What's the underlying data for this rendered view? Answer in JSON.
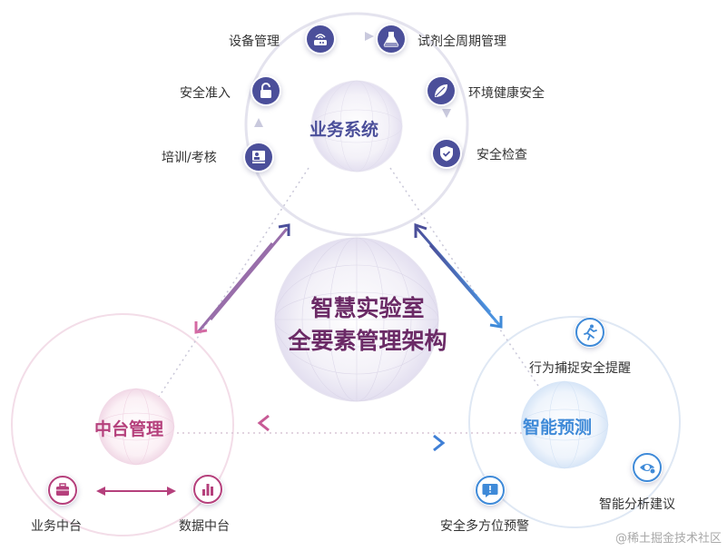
{
  "center": {
    "line1": "智慧实验室",
    "line2": "全要素管理架构"
  },
  "hubs": {
    "business": {
      "label": "业务系统",
      "color": "#4b4f9a"
    },
    "middle": {
      "label": "中台管理",
      "color": "#b5407c"
    },
    "predict": {
      "label": "智能预测",
      "color": "#3f8ad8"
    }
  },
  "business_items": [
    {
      "label": "设备管理",
      "icon": "router-icon"
    },
    {
      "label": "试剂全周期管理",
      "icon": "flask-icon"
    },
    {
      "label": "安全准入",
      "icon": "unlock-icon"
    },
    {
      "label": "环境健康安全",
      "icon": "leaf-icon"
    },
    {
      "label": "培训/考核",
      "icon": "presentation-icon"
    },
    {
      "label": "安全检查",
      "icon": "shield-check-icon"
    }
  ],
  "middle_items": [
    {
      "label": "业务中台",
      "icon": "briefcase-icon"
    },
    {
      "label": "数据中台",
      "icon": "bar-chart-icon"
    }
  ],
  "predict_items": [
    {
      "label": "行为捕捉安全提醒",
      "icon": "running-person-icon"
    },
    {
      "label": "智能分析建议",
      "icon": "eye-analysis-icon"
    },
    {
      "label": "安全多方位预警",
      "icon": "alert-message-icon"
    }
  ],
  "colors": {
    "navy": "#4b4f9a",
    "magenta": "#b5407c",
    "blue": "#3f8ad8",
    "center_text": "#6b2a66"
  },
  "watermark": "@稀土掘金技术社区"
}
